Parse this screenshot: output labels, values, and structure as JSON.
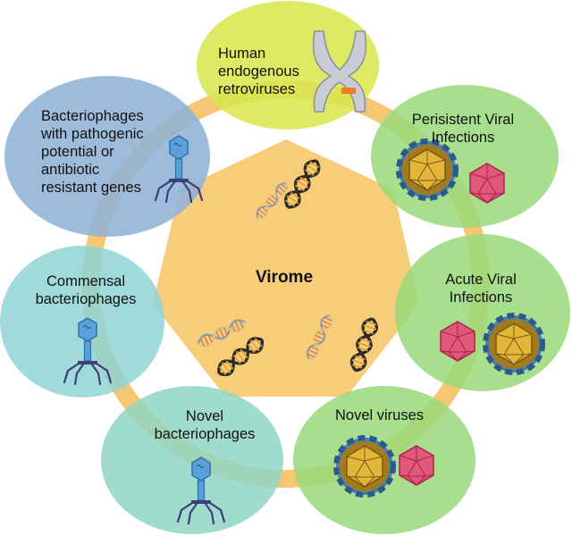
{
  "center": {
    "title": "Virome",
    "colors": {
      "fill": "#f8cd7a",
      "ring": "#f6c46a"
    }
  },
  "nodes": [
    {
      "id": "herv",
      "lines": [
        "Human",
        "endogenous",
        "retroviruses"
      ],
      "color": "#d9e64f",
      "icon": "chromosome-icon"
    },
    {
      "id": "persistent",
      "lines": [
        "Perisistent Viral",
        "Infections"
      ],
      "color": "#98d97a",
      "icon": "virus-capsid-icon"
    },
    {
      "id": "acute",
      "lines": [
        "Acute Viral",
        "Infections"
      ],
      "color": "#98d97a",
      "icon": "virus-capsid-icon"
    },
    {
      "id": "novel-viruses",
      "lines": [
        "Novel viruses"
      ],
      "color": "#98d97a",
      "icon": "virus-capsid-icon"
    },
    {
      "id": "novel-phages",
      "lines": [
        "Novel",
        "bacteriophages"
      ],
      "color": "#8fd6c6",
      "icon": "bacteriophage-icon"
    },
    {
      "id": "commensal",
      "lines": [
        "Commensal",
        "bacteriophages"
      ],
      "color": "#8fd3d5",
      "icon": "bacteriophage-icon"
    },
    {
      "id": "pathogenic",
      "lines": [
        "Bacteriophages",
        "with pathogenic",
        "potential or",
        "antibiotic",
        "resistant genes"
      ],
      "color": "#8fb3d6",
      "icon": "bacteriophage-icon"
    }
  ],
  "icons": [
    "dna-helix-icon",
    "chromosome-icon",
    "virus-capsid-icon",
    "bacteriophage-icon"
  ]
}
